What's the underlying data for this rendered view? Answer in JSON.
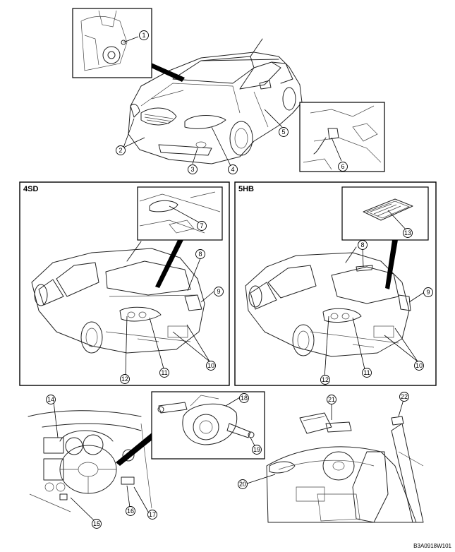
{
  "panels": {
    "sedan_label": "4SD",
    "hatch_label": "5HB"
  },
  "callouts": [
    "1",
    "2",
    "3",
    "4",
    "5",
    "6",
    "7",
    "8",
    "9",
    "10",
    "11",
    "12",
    "8",
    "9",
    "10",
    "11",
    "12",
    "13",
    "14",
    "15",
    "16",
    "17",
    "18",
    "19",
    "20",
    "21",
    "22"
  ],
  "figure_code": "B3A0918W101"
}
